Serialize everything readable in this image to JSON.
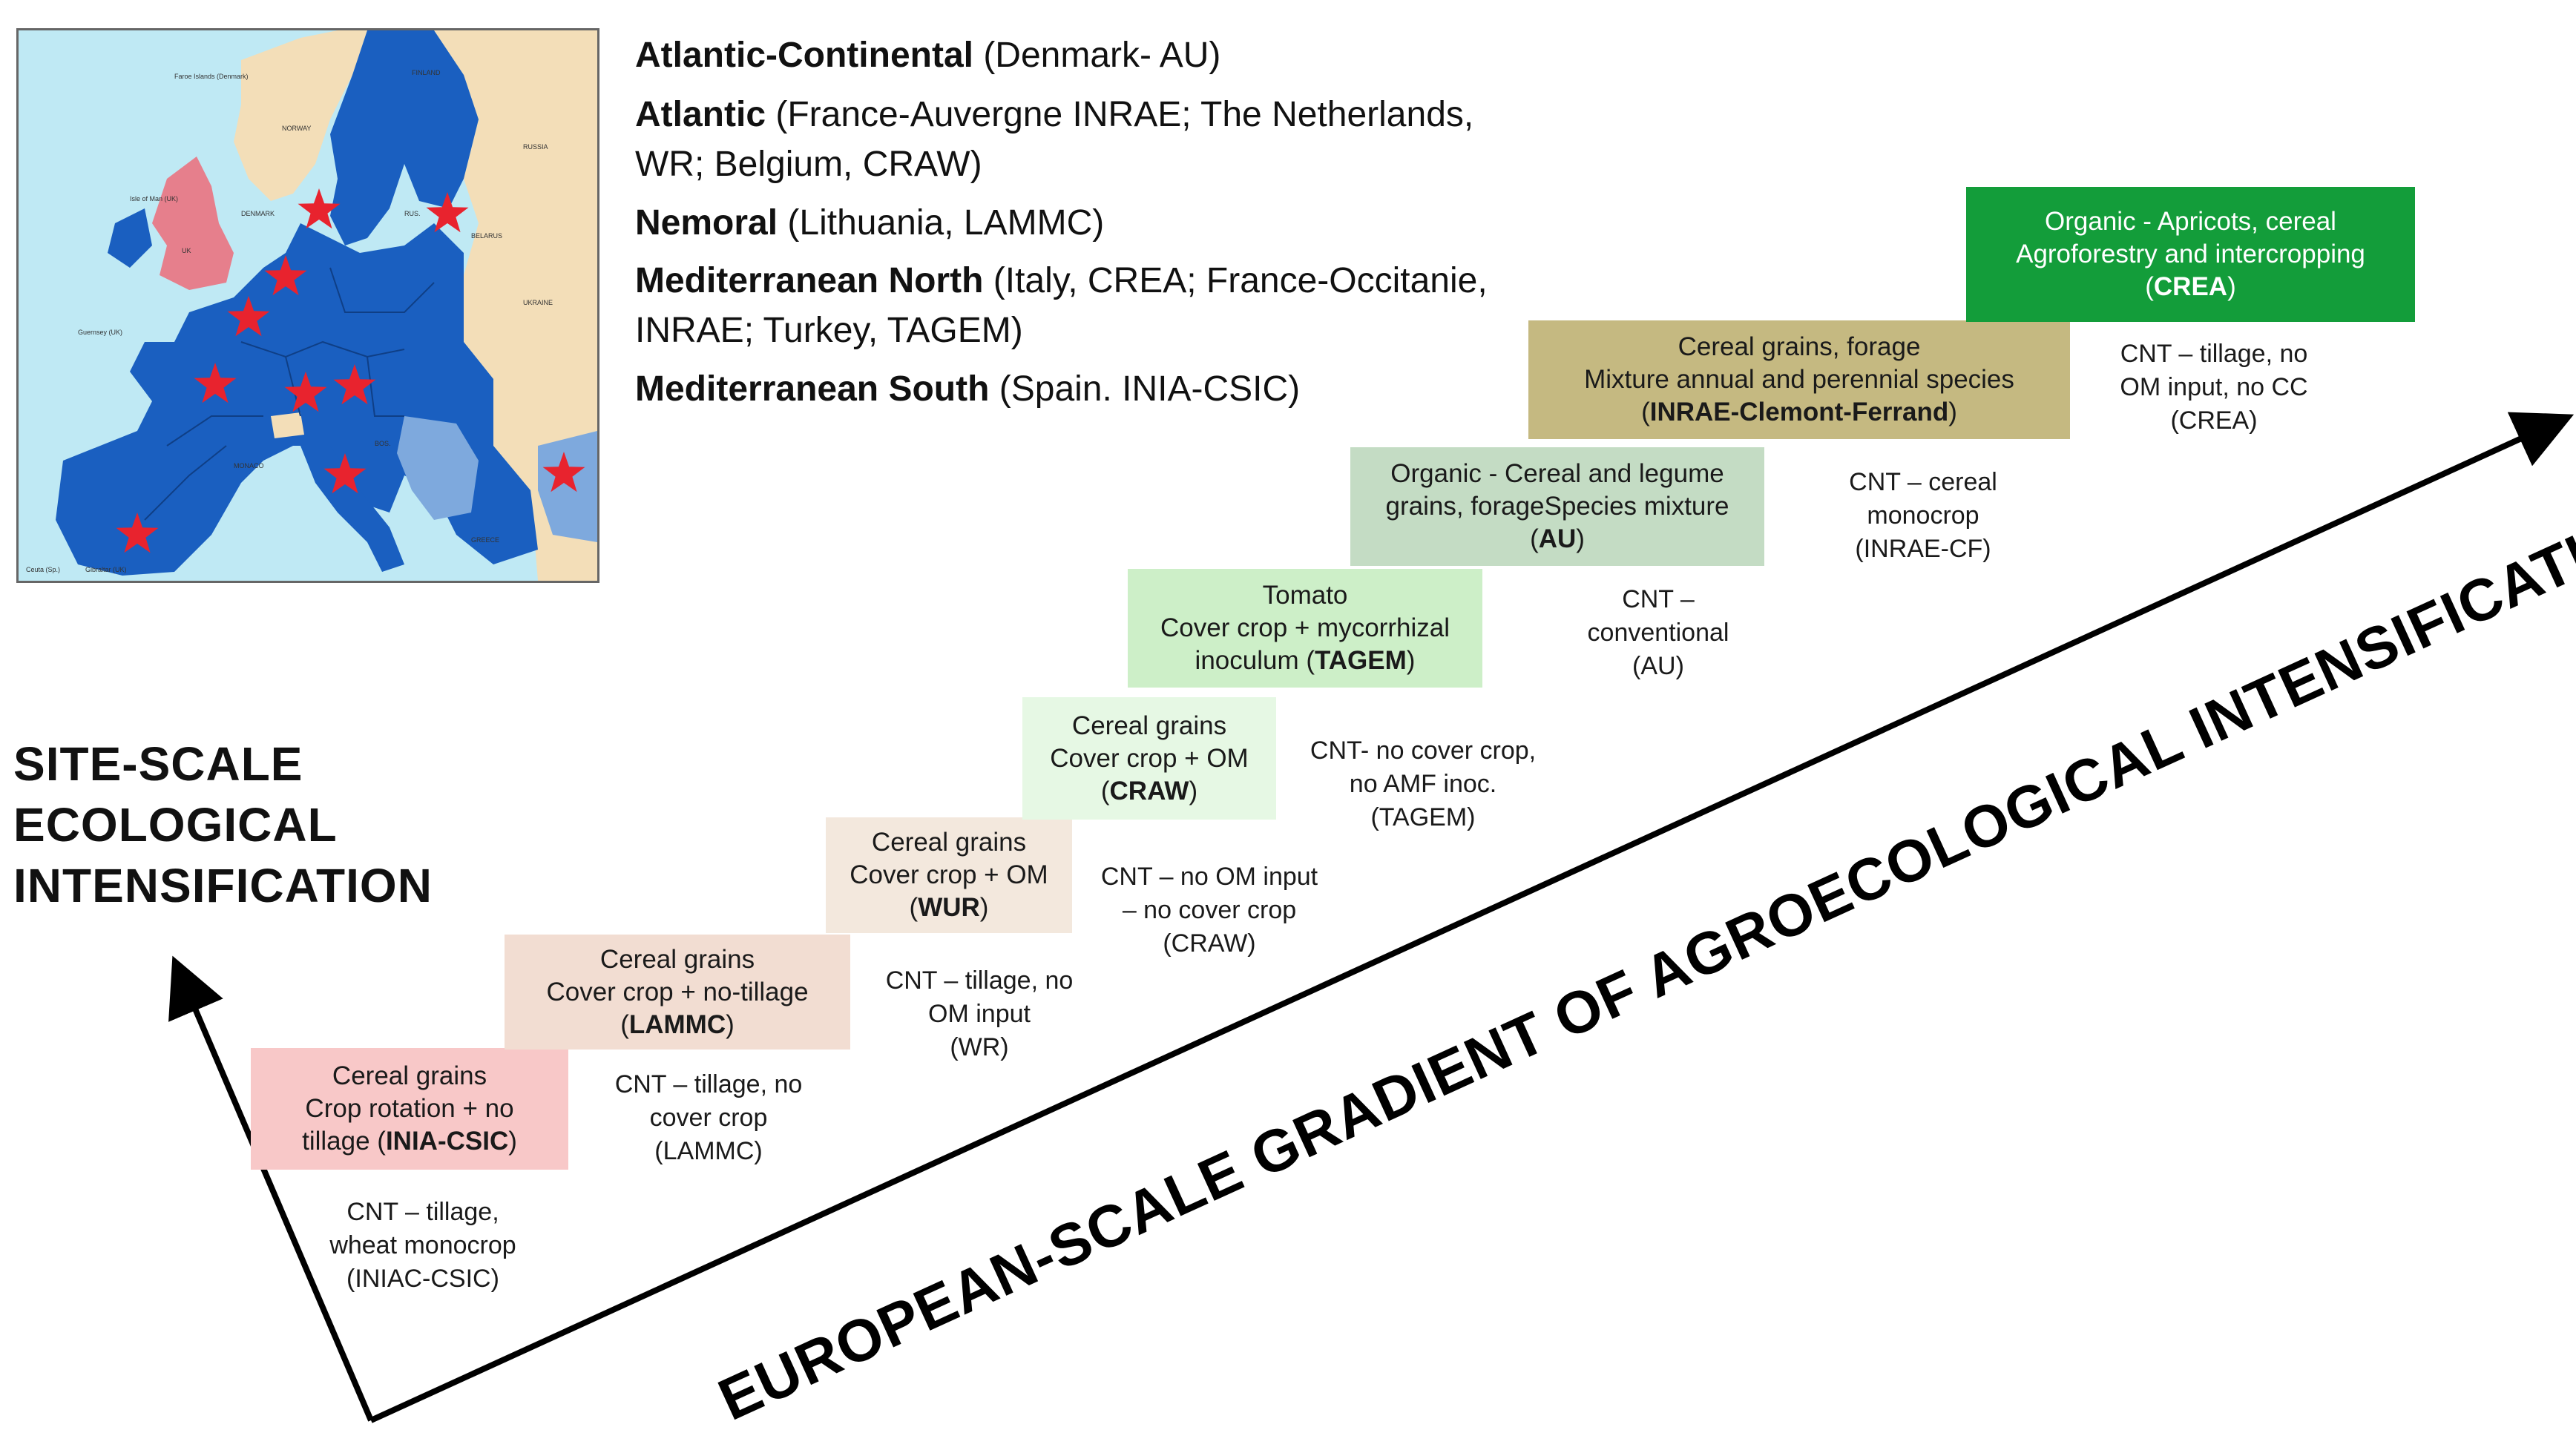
{
  "colors": {
    "map_sea": "#bfe9f4",
    "map_eu": "#1a5fc0",
    "map_nonEU": "#f3deb8",
    "map_uk": "#e67f8c",
    "star": "#e8232e",
    "box_inia": "#f8c8c8",
    "box_lammc": "#f2ddd2",
    "box_wur": "#f3e8dd",
    "box_craw": "#e6f8e4",
    "box_tagem": "#cdefc8",
    "box_au": "#c4dcc4",
    "box_inrae": "#c5b981",
    "box_crea": "#139d3a"
  },
  "map": {
    "labels": [
      "Faroe Islands (Denmark)",
      "NORWAY",
      "FINLAND",
      "RUSSIA",
      "Isle of Man (UK)",
      "UK",
      "DENMARK",
      "RUS.",
      "BELARUS",
      "UKRAINE",
      "Guernsey (UK)",
      "MONACO",
      "BOS.",
      "GREECE",
      "Ceuta (Sp.)",
      "Gibraltar (UK)"
    ],
    "stars_count": 10
  },
  "zones": [
    {
      "name": "Atlantic-Continental",
      "detail": " (Denmark- AU)"
    },
    {
      "name": "Atlantic",
      "detail": " (France-Auvergne INRAE;  The Netherlands,"
    },
    {
      "name": "",
      "detail": "WR;  Belgium, CRAW)"
    },
    {
      "name": "Nemoral",
      "detail": " (Lithuania, LAMMC)"
    },
    {
      "name": "Mediterranean North",
      "detail": " (Italy, CREA; France-Occitanie,"
    },
    {
      "name": "",
      "detail": "INRAE;  Turkey, TAGEM)"
    },
    {
      "name": "Mediterranean South",
      "detail": " (Spain. INIA-CSIC)"
    }
  ],
  "site_scale_title": [
    "SITE-SCALE",
    "ECOLOGICAL",
    "INTENSIFICATION"
  ],
  "gradient_label": "EUROPEAN-SCALE GRADIENT OF AGROECOLOGICAL INTENSIFICATION",
  "steps": [
    {
      "line1": "Cereal grains",
      "line2": "Crop rotation + no",
      "line3_pre": "tillage (",
      "line3_bold": "INIA-CSIC",
      "line3_post": ")",
      "control": [
        "CNT – tillage,",
        "wheat monocrop",
        "(INIAC-CSIC)"
      ]
    },
    {
      "line1": "Cereal grains",
      "line2": "Cover crop + no-tillage",
      "line3_pre": "(",
      "line3_bold": "LAMMC",
      "line3_post": ")",
      "control": [
        "CNT  – tillage, no",
        "cover crop",
        "(LAMMC)"
      ]
    },
    {
      "line1": "Cereal grains",
      "line2": "Cover crop + OM",
      "line3_pre": "(",
      "line3_bold": "WUR",
      "line3_post": ")",
      "control": [
        "CNT – tillage, no",
        "OM input",
        "(WR)"
      ]
    },
    {
      "line1": "Cereal grains",
      "line2": "Cover crop + OM",
      "line3_pre": "(",
      "line3_bold": "CRAW",
      "line3_post": ")",
      "control": [
        "CNT – no OM input",
        "– no cover crop",
        "(CRAW)"
      ]
    },
    {
      "line1": "Tomato",
      "line2": "Cover crop + mycorrhizal",
      "line3_pre": "inoculum (",
      "line3_bold": "TAGEM",
      "line3_post": ")",
      "control": [
        "CNT- no cover crop,",
        "no AMF inoc.",
        "(TAGEM)"
      ]
    },
    {
      "line1": "Organic - Cereal and legume",
      "line2": "grains, forageSpecies mixture",
      "line3_pre": "(",
      "line3_bold": "AU",
      "line3_post": ")",
      "control": [
        "CNT –",
        "conventional",
        "(AU)"
      ]
    },
    {
      "line1": "Cereal grains, forage",
      "line2": "Mixture annual and perennial species",
      "line3_pre": "(",
      "line3_bold": "INRAE-Clemont-Ferrand",
      "line3_post": ")",
      "control": [
        "CNT – cereal",
        "monocrop",
        "(INRAE-CF)"
      ]
    },
    {
      "line1": "Organic - Apricots, cereal",
      "line2": "Agroforestry and intercropping",
      "line3_pre": "(",
      "line3_bold": "CREA",
      "line3_post": ")",
      "control": [
        "CNT – tillage, no",
        "OM input, no CC",
        "(CREA)"
      ]
    }
  ]
}
